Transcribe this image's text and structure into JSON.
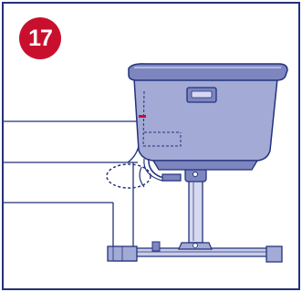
{
  "step": {
    "number": "17"
  },
  "colors": {
    "accent": "#c8102e",
    "outline": "#23327a",
    "bassinet_fill": "#a3aad6",
    "bassinet_dark": "#7e86c0",
    "rail_fill": "#c8cce8",
    "pole_fill": "#d6d9ef",
    "background": "#ffffff"
  },
  "icons": {
    "step_badge": "number-badge-icon",
    "bassinet": "bassinet-illustration",
    "bed_frame": "adult-bed-outline",
    "strap": "attachment-strap-icon"
  }
}
